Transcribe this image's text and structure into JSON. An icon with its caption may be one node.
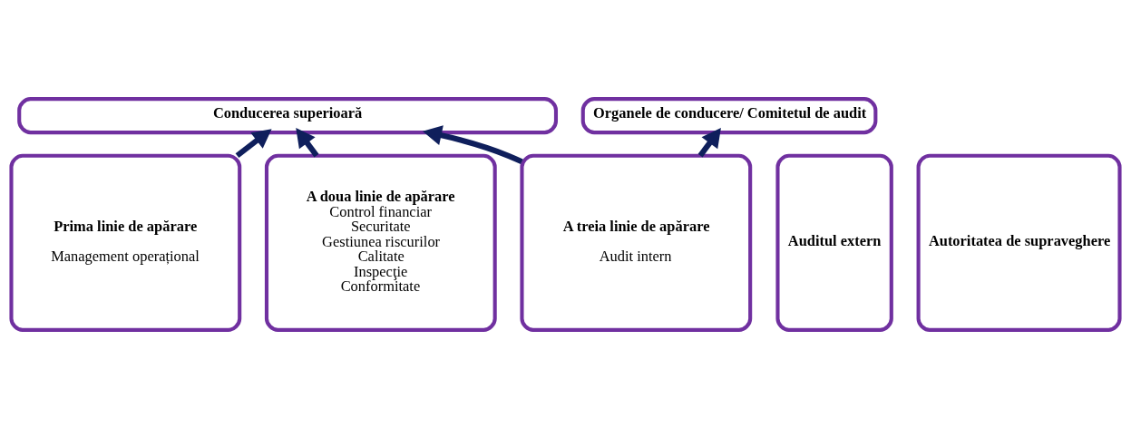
{
  "diagram": {
    "nodes": [
      {
        "text": [
          "Organele de conducere/ Comitetul de audit"
        ]
      },
      {
        "text": [
          "Conducerea superioară"
        ]
      },
      {
        "text": [
          "Prima linie de apărare",
          "Management operațional"
        ]
      },
      {
        "text": [
          "A doua linie de apărare",
          "Control financiar",
          "Securitate",
          "Gestiunea riscurilor",
          "Calitate",
          "Inspecţie",
          "Conformitate"
        ]
      },
      {
        "text": [
          "A treia linie de apărare",
          "Audit intern"
        ]
      },
      {
        "text": [
          "Auditul extern"
        ]
      },
      {
        "text": [
          "Autoritatea de supraveghere"
        ]
      }
    ],
    "edges": [
      {
        "from": 2,
        "to": 1,
        "arrow": "to"
      },
      {
        "from": 3,
        "to": 1,
        "arrow": "to"
      },
      {
        "from": 4,
        "to": 1,
        "arrow": "to"
      },
      {
        "from": 4,
        "to": 0,
        "arrow": "to"
      }
    ]
  }
}
